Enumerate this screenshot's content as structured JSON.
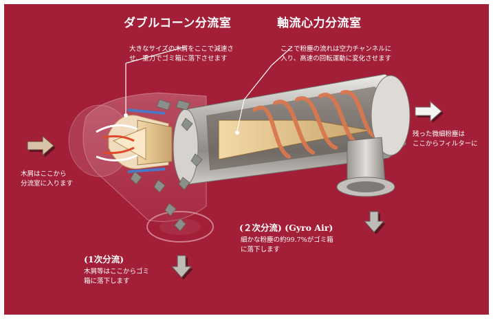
{
  "diagram": {
    "colors": {
      "background": "#a31f38",
      "border": "#ffffff",
      "text": "#ffffff",
      "metal": "#c9c6c2",
      "arrow": "#8c8f89",
      "spiral": "#d9784f"
    },
    "double_cone": {
      "title": "ダブルコーン分流室",
      "desc_line1": "大きなサイズの木屑をここで減速さ",
      "desc_line2": "せ、重力でゴミ箱に落下させます"
    },
    "cyclone": {
      "title": "軸流心力分流室",
      "desc_line1": "ここで粉塵の流れは空力チャンネルに",
      "desc_line2": "入り、高速の回転運動に変化させます"
    },
    "inlet": {
      "line1": "木屑はここから",
      "line2": "分流室に入ります"
    },
    "outlet": {
      "line1": "残った微細粉塵は",
      "line2": "ここからフィルターに"
    },
    "primary": {
      "title": "(1次分流)",
      "desc_line1": "木屑等はここからゴミ",
      "desc_line2": "箱に落下します"
    },
    "secondary": {
      "title": "(２次分流) (Gyro Air)",
      "desc_line1": "細かな粉塵の約99.7%がゴミ箱",
      "desc_line2": "に落下します"
    }
  }
}
